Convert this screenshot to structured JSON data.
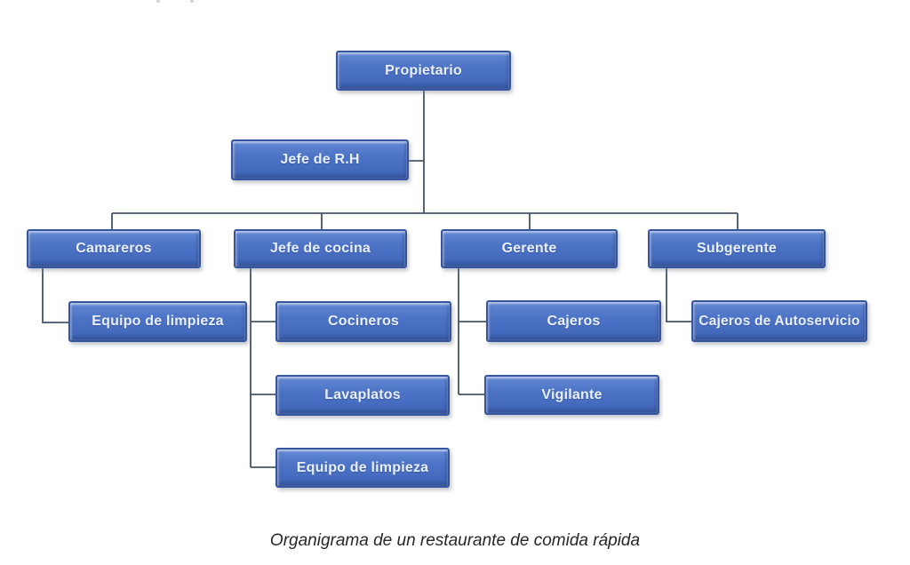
{
  "page": {
    "background": "#ffffff",
    "caption": "Organigrama de un restaurante de comida rápida"
  },
  "chart": {
    "type": "org-chart",
    "style": {
      "node_fill": "#4a70c0",
      "node_border": "#35569e",
      "node_text_color": "#e9f0fc",
      "connector_color": "#44546a"
    },
    "nodes": [
      {
        "id": "propietario",
        "label": "Propietario",
        "parent": null
      },
      {
        "id": "jefe-rh",
        "label": "Jefe de R.H",
        "parent": "propietario"
      },
      {
        "id": "camareros",
        "label": "Camareros",
        "parent": "propietario"
      },
      {
        "id": "jefe-cocina",
        "label": "Jefe de cocina",
        "parent": "propietario"
      },
      {
        "id": "gerente",
        "label": "Gerente",
        "parent": "propietario"
      },
      {
        "id": "subgerente",
        "label": "Subgerente",
        "parent": "propietario"
      },
      {
        "id": "equipo-limpieza-camareros",
        "label": "Equipo de limpieza",
        "parent": "camareros"
      },
      {
        "id": "cocineros",
        "label": "Cocineros",
        "parent": "jefe-cocina"
      },
      {
        "id": "lavaplatos",
        "label": "Lavaplatos",
        "parent": "jefe-cocina"
      },
      {
        "id": "equipo-limpieza-cocina",
        "label": "Equipo de limpieza",
        "parent": "jefe-cocina"
      },
      {
        "id": "cajeros",
        "label": "Cajeros",
        "parent": "gerente"
      },
      {
        "id": "vigilante",
        "label": "Vigilante",
        "parent": "gerente"
      },
      {
        "id": "cajeros-autoservicio",
        "label": "Cajeros de Autoservicio",
        "parent": "subgerente"
      }
    ]
  }
}
